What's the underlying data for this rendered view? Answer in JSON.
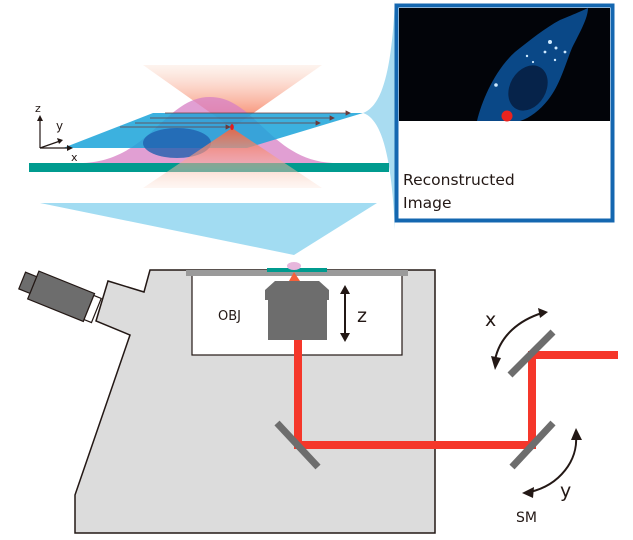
{
  "axes": {
    "z": "z",
    "y": "y",
    "x": "x"
  },
  "inset": {
    "line1": "Reconstructed",
    "line2": "Image"
  },
  "microscope": {
    "objective_label": "OBJ",
    "z_label": "z"
  },
  "scanner": {
    "x_label": "x",
    "y_label": "y",
    "sm_label": "SM"
  },
  "colors": {
    "beam": "#f5372a",
    "plane": "#1aa3d9",
    "slide": "#009b8f",
    "inset_border": "#1467b0",
    "body": "#dcdcdc"
  }
}
